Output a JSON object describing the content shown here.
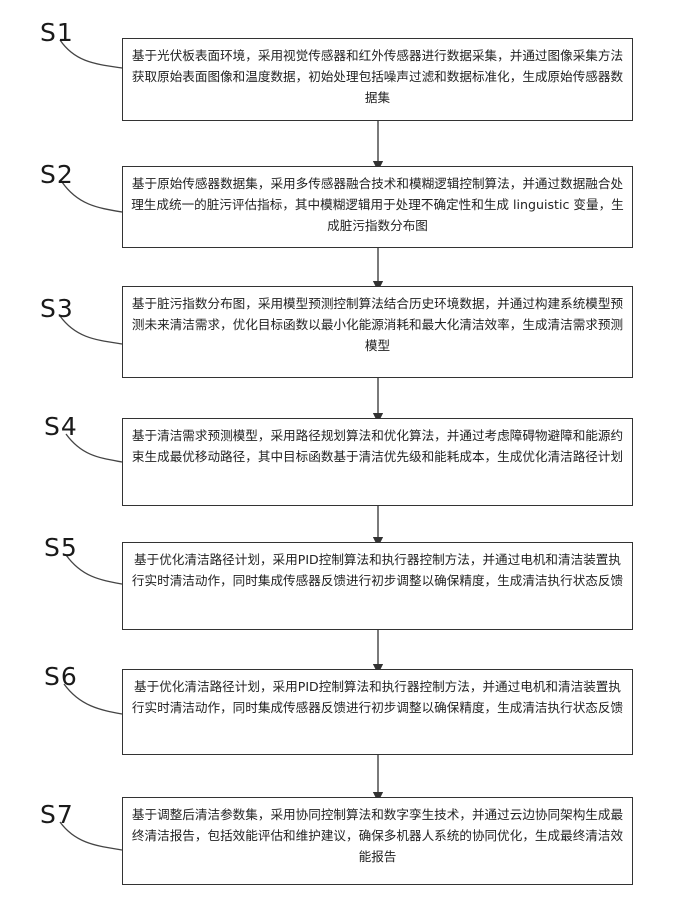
{
  "steps": [
    {
      "label": "S1",
      "text": "基于光伏板表面环境，采用视觉传感器和红外传感器进行数据采集，并通过图像采集方法获取原始表面图像和温度数据，初始处理包括噪声过滤和数据标准化，生成原始传感器数据集"
    },
    {
      "label": "S2",
      "text": "基于原始传感器数据集，采用多传感器融合技术和模糊逻辑控制算法，并通过数据融合处理生成统一的脏污评估指标，其中模糊逻辑用于处理不确定性和生成 linguistic 变量，生成脏污指数分布图"
    },
    {
      "label": "S3",
      "text": "基于脏污指数分布图，采用模型预测控制算法结合历史环境数据，并通过构建系统模型预测未来清洁需求，优化目标函数以最小化能源消耗和最大化清洁效率，生成清洁需求预测模型"
    },
    {
      "label": "S4",
      "text": "基于清洁需求预测模型，采用路径规划算法和优化算法，并通过考虑障碍物避障和能源约束生成最优移动路径，其中目标函数基于清洁优先级和能耗成本，生成优化清洁路径计划"
    },
    {
      "label": "S5",
      "text": "基于优化清洁路径计划，采用PID控制算法和执行器控制方法，并通过电机和清洁装置执行实时清洁动作，同时集成传感器反馈进行初步调整以确保精度，生成清洁执行状态反馈"
    },
    {
      "label": "S6",
      "text": "基于优化清洁路径计划，采用PID控制算法和执行器控制方法，并通过电机和清洁装置执行实时清洁动作，同时集成传感器反馈进行初步调整以确保精度，生成清洁执行状态反馈"
    },
    {
      "label": "S7",
      "text": "基于调整后清洁参数集，采用协同控制算法和数字孪生技术，并通过云边协同架构生成最终清洁报告，包括效能评估和维护建议，确保多机器人系统的协同优化，生成最终清洁效能报告"
    }
  ]
}
